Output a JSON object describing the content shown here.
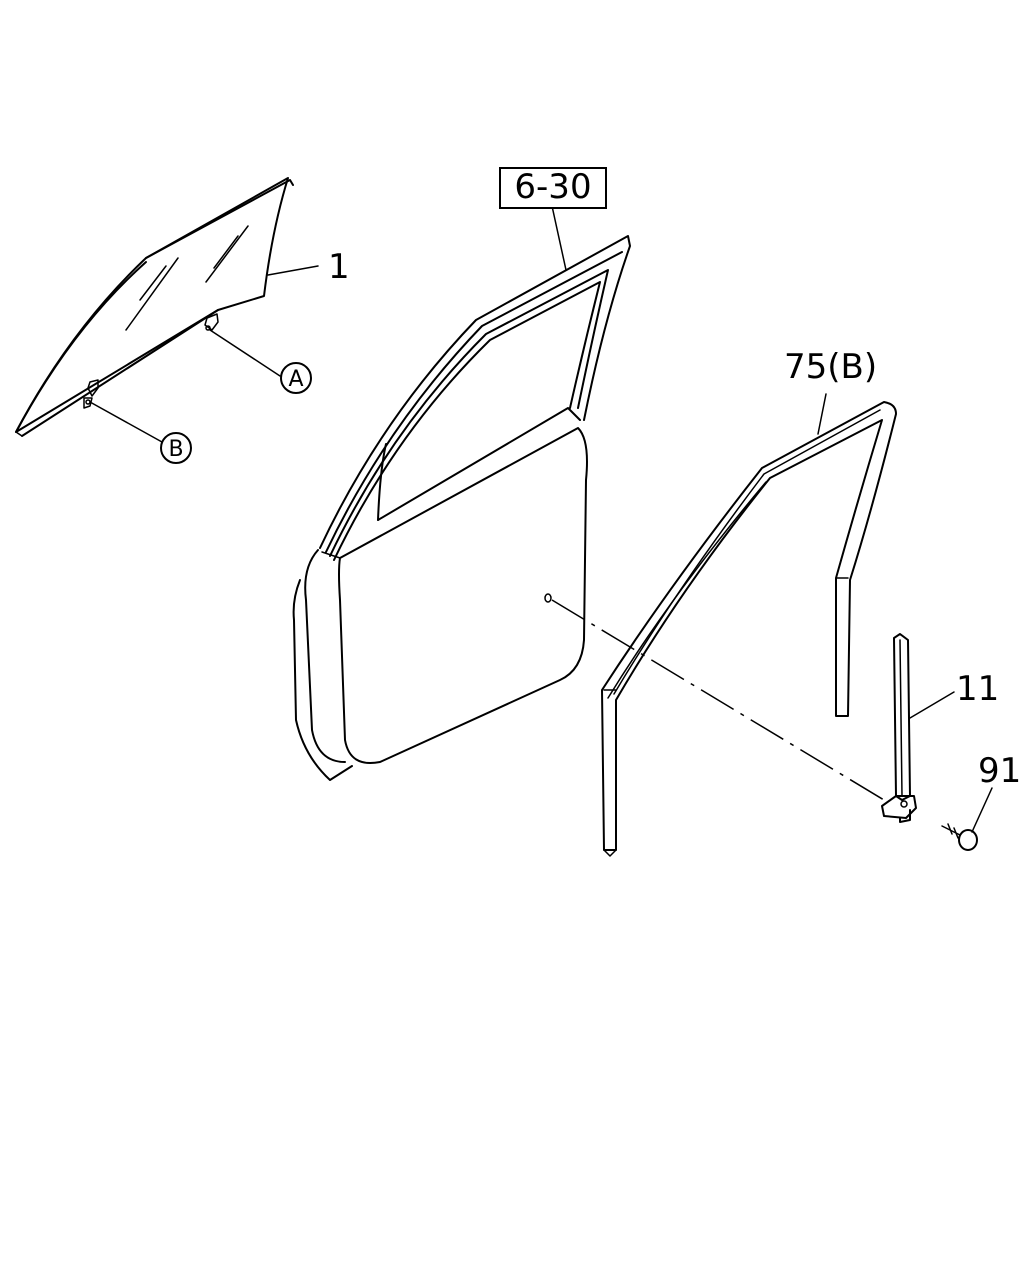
{
  "callouts": {
    "ref_box": "6-30",
    "glass": "1",
    "channel": "75(B)",
    "guide": "11",
    "screw": "91",
    "marker_a": "A",
    "marker_b": "B"
  },
  "icons": [
    "door-glass",
    "door-assembly",
    "glass-run-channel",
    "rear-guide-channel",
    "screw"
  ]
}
